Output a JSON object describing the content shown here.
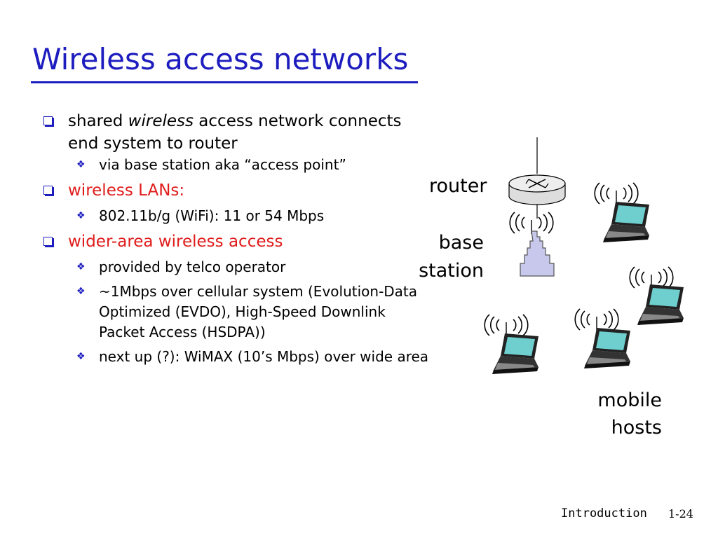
{
  "title": "Wireless access networks",
  "bullets": {
    "b1": {
      "before": "shared ",
      "italic": "wireless",
      "after": " access network connects end system to router"
    },
    "b1_sub1": "via base station aka “access point”",
    "b2": "wireless LANs:",
    "b2_sub1": "802.11b/g (WiFi): 11 or 54  Mbps",
    "b3": "wider-area wireless access",
    "b3_sub1": "provided by telco operator",
    "b3_sub2": "~1Mbps over cellular system (Evolution-Data Optimized (EVDO), High-Speed Downlink Packet Access (HSDPA))",
    "b3_sub3": "next up (?): WiMAX (10’s Mbps) over wide area"
  },
  "diagram": {
    "router_label": "router",
    "base_label_1": "base",
    "base_label_2": "station",
    "hosts_label_1": "mobile",
    "hosts_label_2": "hosts"
  },
  "footer": {
    "section": "Introduction",
    "page": "1-24"
  },
  "colors": {
    "title": "#1d1dbf",
    "highlight": "#e01b1b",
    "bullet": "#1d1dbf",
    "laptop_screen": "#6fcfcf",
    "tower": "#c8c8ec"
  }
}
